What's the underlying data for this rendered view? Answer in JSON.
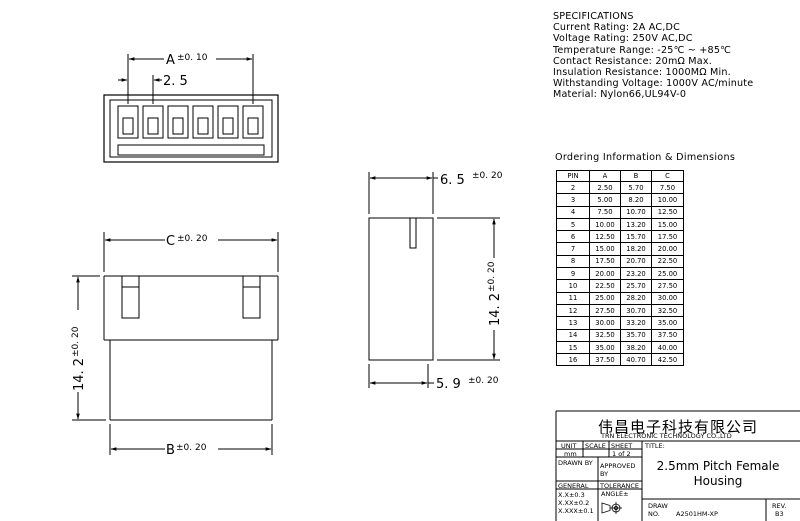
{
  "specifications": {
    "heading": "SPECIFICATIONS",
    "lines": [
      "Current Rating:  2A AC,DC",
      "Voltage Rating:  250V AC,DC",
      "Temperature Range:  -25℃ ~ +85℃",
      "Contact Resistance:  20mΩ Max.",
      "Insulation Resistance:  1000MΩ Min.",
      "Withstanding Voltage:  1000V AC/minute",
      "Material:  Nylon66,UL94V-0"
    ]
  },
  "ordering": {
    "title": "Ordering Information & Dimensions",
    "headers": [
      "PIN",
      "A",
      "B",
      "C"
    ],
    "rows": [
      [
        "2",
        "2.50",
        "5.70",
        "7.50"
      ],
      [
        "3",
        "5.00",
        "8.20",
        "10.00"
      ],
      [
        "4",
        "7.50",
        "10.70",
        "12.50"
      ],
      [
        "5",
        "10.00",
        "13.20",
        "15.00"
      ],
      [
        "6",
        "12.50",
        "15.70",
        "17.50"
      ],
      [
        "7",
        "15.00",
        "18.20",
        "20.00"
      ],
      [
        "8",
        "17.50",
        "20.70",
        "22.50"
      ],
      [
        "9",
        "20.00",
        "23.20",
        "25.00"
      ],
      [
        "10",
        "22.50",
        "25.70",
        "27.50"
      ],
      [
        "11",
        "25.00",
        "28.20",
        "30.00"
      ],
      [
        "12",
        "27.50",
        "30.70",
        "32.50"
      ],
      [
        "13",
        "30.00",
        "33.20",
        "35.00"
      ],
      [
        "14",
        "32.50",
        "35.70",
        "37.50"
      ],
      [
        "15",
        "35.00",
        "38.20",
        "40.00"
      ],
      [
        "16",
        "37.50",
        "40.70",
        "42.50"
      ]
    ]
  },
  "dimensions": {
    "a": "A",
    "a_tol": "±0. 10",
    "pitch": "2. 5",
    "c": "C",
    "c_tol": "±0. 20",
    "b": "B",
    "b_tol": "±0. 20",
    "height_left": "14. 2",
    "height_left_tol": "±0. 20",
    "height_right": "14. 2",
    "height_right_tol": "±0. 20",
    "side_top": "6. 5",
    "side_top_tol": "±0. 20",
    "side_bottom": "5. 9",
    "side_bottom_tol": "±0. 20"
  },
  "title_block": {
    "company_cn": "伟昌电子科技有限公司",
    "company_en": "TRN ELECTRONIC TECHNOLOGY CO.,LTD",
    "unit_label": "UNIT",
    "unit_value": "mm",
    "scale_label": "SCALE",
    "sheet_label": "SHEET",
    "sheet_value": "1 of 2",
    "title_label": "TITLE:",
    "drawn_by": "DRAWN BY",
    "approved": "APPROVED",
    "by": "BY",
    "general": "GENERAL",
    "tolerance": "TOLERANCE",
    "tol_1": "X.X±0.3",
    "tol_2": "X.XX±0.2",
    "tol_3": "X.XXX±0.1",
    "angle": "ANGLE±",
    "part_title_1": "2.5mm Pitch Female",
    "part_title_2": "Housing",
    "draw_no_label_1": "DRAW",
    "draw_no_label_2": "NO.",
    "draw_no": "A2501HM-XP",
    "rev_label": "REV.",
    "rev_value": "B3"
  }
}
